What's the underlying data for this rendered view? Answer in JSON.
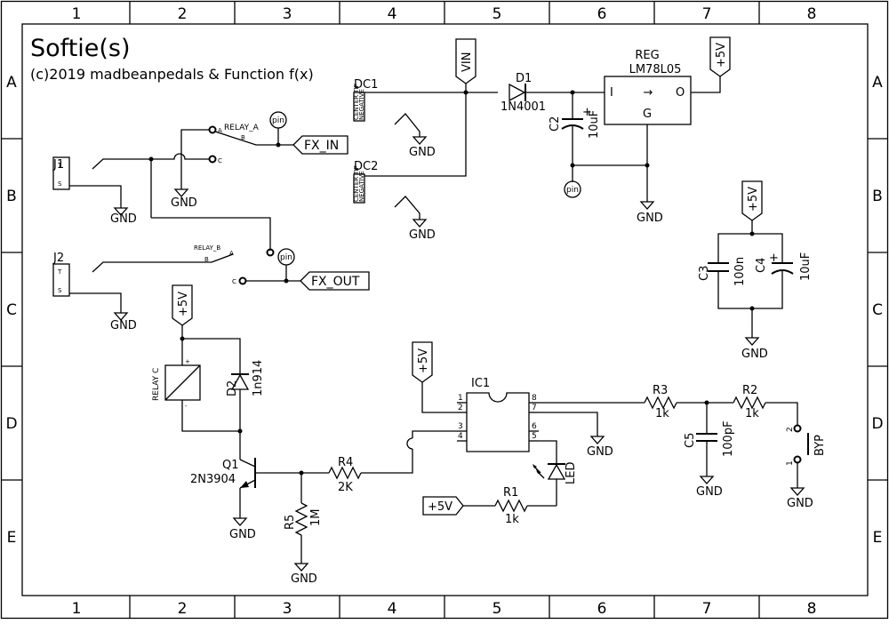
{
  "title": "Softie(s)",
  "copyright": "(c)2019 madbeanpedals & Function f(x)",
  "grid": {
    "columns": [
      "1",
      "2",
      "3",
      "4",
      "5",
      "6",
      "7",
      "8"
    ],
    "rows": [
      "A",
      "B",
      "C",
      "D",
      "E"
    ]
  },
  "labels": {
    "vin": "VIN",
    "plus5v": "+5V",
    "gnd": "GND",
    "fx_in": "FX_IN",
    "fx_out": "FX_OUT",
    "pin": "pin",
    "relay_a": "RELAY_A",
    "relay_b": "RELAY_B",
    "relay_c": "RELAY C",
    "pin_a": "A",
    "pin_b": "B",
    "pin_c": "C",
    "jack_t": "T",
    "jack_s": "S",
    "dc_jack_text1": "CENTER TIP",
    "dc_jack_text2": "NEGATIVE",
    "plus": "+",
    "minus": "-"
  },
  "components": {
    "j1": "J1",
    "j2": "J2",
    "dc1": "DC1",
    "dc2": "DC2",
    "d1": {
      "ref": "D1",
      "value": "1N4001"
    },
    "reg": {
      "ref": "REG",
      "value": "LM78L05",
      "pin_i": "I",
      "pin_o": "O",
      "pin_g": "G",
      "arrow": "→"
    },
    "c2": {
      "ref": "C2",
      "value": "10uF"
    },
    "c3": {
      "ref": "C3",
      "value": "100n"
    },
    "c4": {
      "ref": "C4",
      "value": "10uF"
    },
    "c5": {
      "ref": "C5",
      "value": "100pF"
    },
    "d2": {
      "ref": "D2",
      "value": "1n914"
    },
    "q1": {
      "ref": "Q1",
      "value": "2N3904"
    },
    "r1": {
      "ref": "R1",
      "value": "1k"
    },
    "r2": {
      "ref": "R2",
      "value": "1k"
    },
    "r3": {
      "ref": "R3",
      "value": "1k"
    },
    "r4": {
      "ref": "R4",
      "value": "2K"
    },
    "r5": {
      "ref": "R5",
      "value": "1M"
    },
    "ic1": {
      "ref": "IC1",
      "pins": [
        "1",
        "2",
        "3",
        "4",
        "5",
        "6",
        "7",
        "8"
      ]
    },
    "led": "LED",
    "byp": {
      "ref": "BYP",
      "pin1": "1",
      "pin2": "2"
    }
  }
}
